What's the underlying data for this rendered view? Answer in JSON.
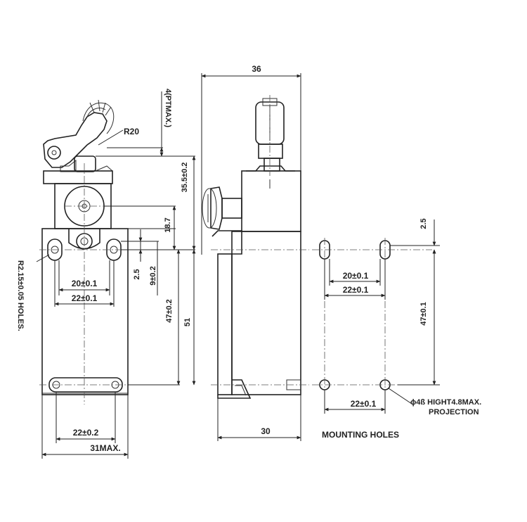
{
  "front_view": {
    "radius_label": "R20",
    "pt_label": "4(PTMAX.)",
    "dim_355": "35.5±0.2",
    "dim_187": "18.7",
    "dim_25": "2.5",
    "dim_9": "9±0.2",
    "dim_47": "47±0.2",
    "dim_51": "51",
    "dim_20": "20±0.1",
    "dim_22_top": "22±0.1",
    "dim_22_bottom": "22±0.2",
    "dim_31": "31MAX.",
    "holes_note": "R2.15±0.05 HOLES."
  },
  "side_view": {
    "dim_36": "36",
    "dim_30": "30"
  },
  "mounting_view": {
    "dim_25": "2.5",
    "dim_20": "20±0.1",
    "dim_22_top": "22±0.1",
    "dim_47": "47±0.1",
    "dim_22_bottom": "22±0.1",
    "note_line1": "ϕ4ß HIGHT4.8MAX.",
    "note_line2": "PROJECTION",
    "caption": "MOUNTING HOLES"
  }
}
